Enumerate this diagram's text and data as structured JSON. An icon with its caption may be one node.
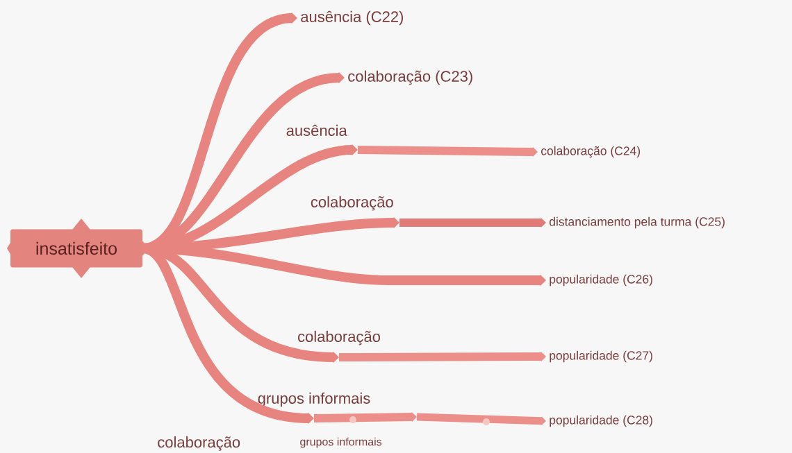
{
  "diagram": {
    "nodes": [
      {
        "text": [
          "insatisfeito"
        ]
      },
      {
        "text": [
          "ausência (C22)"
        ]
      },
      {
        "text": [
          "colaboração (C23)"
        ]
      },
      {
        "text": [
          "ausência"
        ]
      },
      {
        "text": [
          "colaboração (C24)"
        ]
      },
      {
        "text": [
          "colaboração"
        ]
      },
      {
        "text": [
          "distanciamento pela turma (C25)"
        ]
      },
      {
        "text": [
          "popularidade (C26)"
        ]
      },
      {
        "text": [
          "colaboração"
        ]
      },
      {
        "text": [
          "popularidade (C27)"
        ]
      },
      {
        "text": [
          "grupos informais"
        ]
      },
      {
        "text": [
          "grupos informais"
        ]
      },
      {
        "text": [
          "popularidade (C28)"
        ]
      }
    ],
    "edges": [
      {
        "from": 0,
        "to": 1,
        "arrow": "to"
      },
      {
        "from": 0,
        "to": 2,
        "arrow": "to"
      },
      {
        "from": 0,
        "to": 3,
        "arrow": "to"
      },
      {
        "from": 3,
        "to": 4,
        "arrow": "to"
      },
      {
        "from": 0,
        "to": 5,
        "arrow": "to"
      },
      {
        "from": 5,
        "to": 6,
        "arrow": "to"
      },
      {
        "from": 0,
        "to": 7,
        "arrow": "to"
      },
      {
        "from": 0,
        "to": 8,
        "arrow": "to"
      },
      {
        "from": 8,
        "to": 9,
        "arrow": "to"
      },
      {
        "from": 0,
        "to": 10,
        "arrow": "to"
      },
      {
        "from": 10,
        "to": 11,
        "arrow": "to"
      },
      {
        "from": 11,
        "to": 12,
        "arrow": "to"
      }
    ],
    "labels": [
      "colaboração"
    ]
  }
}
